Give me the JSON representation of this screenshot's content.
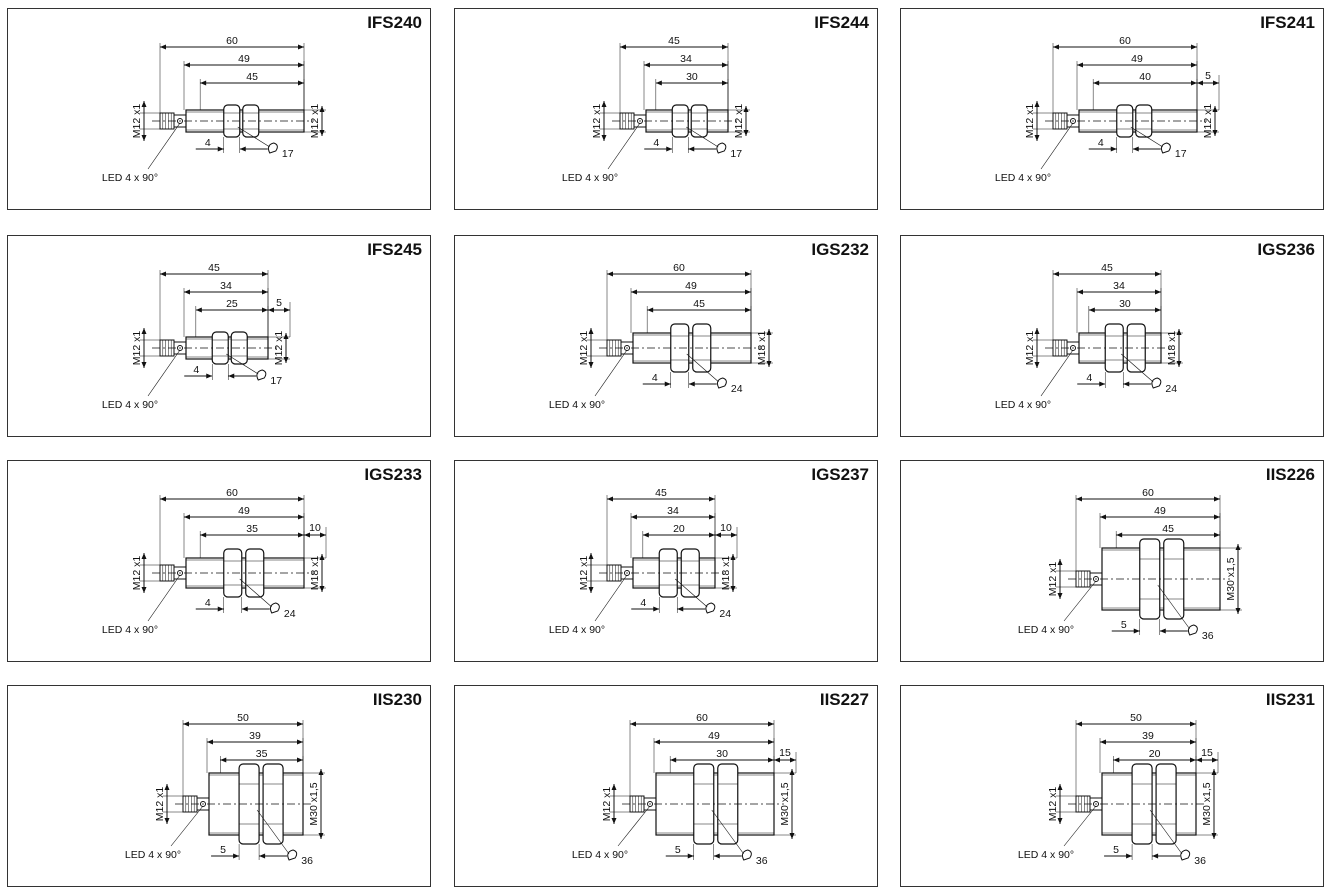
{
  "panels": [
    {
      "title": "IFS240",
      "led": "LED 4 x 90°",
      "thread_left": "M12 x1",
      "thread_right": "M12 x1",
      "wrench": "17",
      "nut_dim": "4",
      "dims": [
        "60",
        "49",
        "45"
      ]
    },
    {
      "title": "IFS244",
      "led": "LED 4 x 90°",
      "thread_left": "M12 x1",
      "thread_right": "M12 x1",
      "wrench": "17",
      "nut_dim": "4",
      "dims": [
        "45",
        "34",
        "30"
      ]
    },
    {
      "title": "IFS241",
      "led": "LED 4 x 90°",
      "thread_left": "M12 x1",
      "thread_right": "M12 x1",
      "wrench": "17",
      "nut_dim": "4",
      "dims": [
        "60",
        "49",
        "40"
      ],
      "right_dim": "5"
    },
    {
      "title": "IFS245",
      "led": "LED 4 x 90°",
      "thread_left": "M12 x1",
      "thread_right": "M12 x1",
      "wrench": "17",
      "nut_dim": "4",
      "dims": [
        "45",
        "34",
        "25"
      ],
      "right_dim": "5"
    },
    {
      "title": "IGS232",
      "led": "LED 4 x 90°",
      "thread_left": "M12 x1",
      "thread_right": "M18 x1",
      "wrench": "24",
      "nut_dim": "4",
      "dims": [
        "60",
        "49",
        "45"
      ]
    },
    {
      "title": "IGS236",
      "led": "LED 4 x 90°",
      "thread_left": "M12 x1",
      "thread_right": "M18 x1",
      "wrench": "24",
      "nut_dim": "4",
      "dims": [
        "45",
        "34",
        "30"
      ]
    },
    {
      "title": "IGS233",
      "led": "LED 4 x 90°",
      "thread_left": "M12 x1",
      "thread_right": "M18 x1",
      "wrench": "24",
      "nut_dim": "4",
      "dims": [
        "60",
        "49",
        "35"
      ],
      "right_dim": "10"
    },
    {
      "title": "IGS237",
      "led": "LED 4 x 90°",
      "thread_left": "M12 x1",
      "thread_right": "M18 x1",
      "wrench": "24",
      "nut_dim": "4",
      "dims": [
        "45",
        "34",
        "20"
      ],
      "right_dim": "10"
    },
    {
      "title": "IIS226",
      "led": "LED 4 x 90°",
      "thread_left": "M12 x1",
      "thread_right": "M30 x1,5",
      "wrench": "36",
      "nut_dim": "5",
      "dims": [
        "60",
        "49",
        "45"
      ]
    },
    {
      "title": "IIS230",
      "led": "LED 4 x 90°",
      "thread_left": "M12 x1",
      "thread_right": "M30 x1,5",
      "wrench": "36",
      "nut_dim": "5",
      "dims": [
        "50",
        "39",
        "35"
      ]
    },
    {
      "title": "IIS227",
      "led": "LED 4 x 90°",
      "thread_left": "M12 x1",
      "thread_right": "M30 x1,5",
      "wrench": "36",
      "nut_dim": "5",
      "dims": [
        "60",
        "49",
        "30"
      ],
      "right_dim": "15"
    },
    {
      "title": "IIS231",
      "led": "LED 4 x 90°",
      "thread_left": "M12 x1",
      "thread_right": "M30 x1,5",
      "wrench": "36",
      "nut_dim": "5",
      "dims": [
        "50",
        "39",
        "20"
      ],
      "right_dim": "15"
    }
  ]
}
